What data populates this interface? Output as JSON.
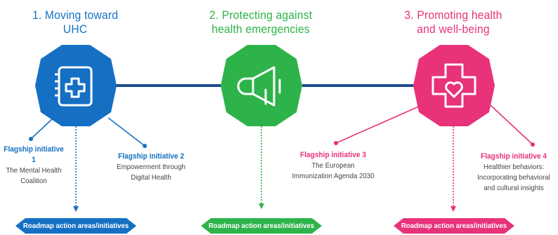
{
  "pillars": [
    {
      "title_line1": "1. Moving toward",
      "title_line2": "UHC",
      "icon": "digital-health-tablet-icon",
      "color": "#1570c4",
      "banner": "Roadmap action areas/initiatives"
    },
    {
      "title_line1": "2. Protecting against",
      "title_line2": "health emergencies",
      "icon": "megaphone-icon",
      "color": "#2db34a",
      "banner": "Roadmap action areas/initiatives"
    },
    {
      "title_line1": "3. Promoting health",
      "title_line2": "and well-being",
      "icon": "cross-heart-icon",
      "color": "#e8327a",
      "banner": "Roadmap action areas/initiatives"
    }
  ],
  "initiatives": [
    {
      "head": "Flagship initiative 1",
      "lines": [
        "The Mental Health",
        "Coalition"
      ]
    },
    {
      "head": "Flagship initiative 2",
      "lines": [
        "Empowerment through",
        "Digital Health"
      ]
    },
    {
      "head": "Flagship initiative 3",
      "lines": [
        "The European",
        "Immunization Agenda 2030"
      ]
    },
    {
      "head": "Flagship initiative 4",
      "lines": [
        "Healthier behaviors:",
        "Incorporating behavioral",
        "and cultural insights"
      ]
    }
  ]
}
